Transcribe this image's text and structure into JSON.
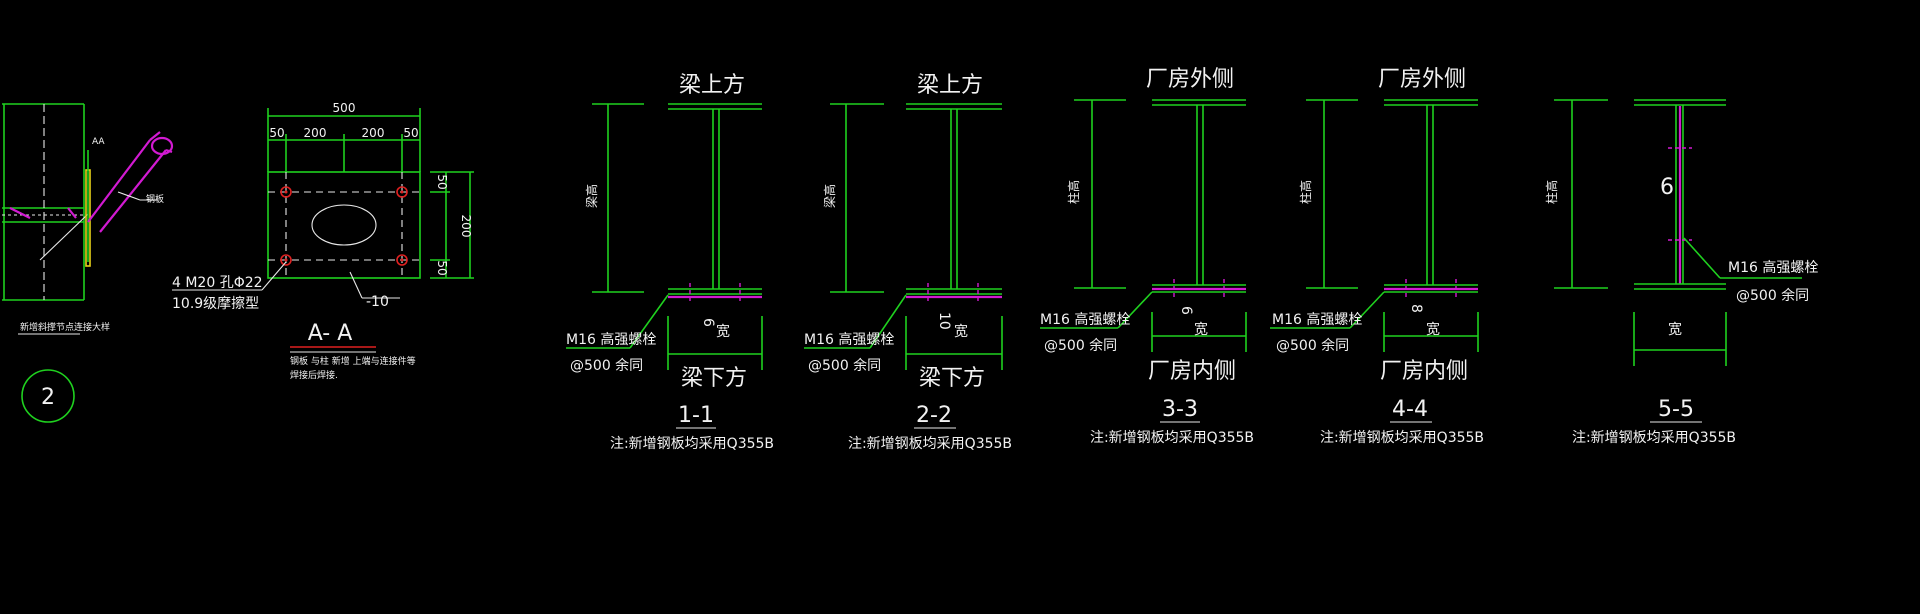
{
  "colors": {
    "background": "#000000",
    "steel": "#1fd11f",
    "reinforcement": "#d21ad2",
    "dimension": "#e8e8e8",
    "bolt": "#e02020"
  },
  "detail2": {
    "marker": "2",
    "caption": "新增斜撑节点连接大样"
  },
  "plate_detail": {
    "overall_dim": "500",
    "dims": [
      "50",
      "200",
      "200",
      "50"
    ],
    "side_dims": [
      "50",
      "200",
      "50"
    ],
    "bolt_label_1": "4 M20 孔Φ22",
    "bolt_label_2": "10.9级摩擦型",
    "plate_thk": "-10",
    "section_title": "A- A",
    "note_1": "钢板 与柱 新增 上端与连接件等",
    "note_2": "焊接后焊接."
  },
  "sections": [
    {
      "top": "梁上方",
      "bottom": "梁下方",
      "height": "梁高",
      "width": "宽",
      "thk": "6",
      "bolt": "M16 高强螺栓",
      "spacing": "@500 余同",
      "number": "1-1",
      "note": "注:新增钢板均采用Q355B"
    },
    {
      "top": "梁上方",
      "bottom": "梁下方",
      "height": "梁高",
      "width": "宽",
      "thk": "10",
      "bolt": "M16 高强螺栓",
      "spacing": "@500 余同",
      "number": "2-2",
      "note": "注:新增钢板均采用Q355B"
    },
    {
      "top": "厂房外侧",
      "bottom": "厂房内侧",
      "height": "柱高",
      "width": "宽",
      "thk": "6",
      "bolt": "M16 高强螺栓",
      "spacing": "@500 余同",
      "number": "3-3",
      "note": "注:新增钢板均采用Q355B"
    },
    {
      "top": "厂房外侧",
      "bottom": "厂房内侧",
      "height": "柱高",
      "width": "宽",
      "thk": "8",
      "bolt": "M16 高强螺栓",
      "spacing": "@500 余同",
      "number": "4-4",
      "note": "注:新增钢板均采用Q355B"
    },
    {
      "top": "",
      "bottom": "",
      "height": "柱高",
      "width": "宽",
      "thk": "6",
      "bolt": "M16 高强螺栓",
      "spacing": "@500 余同",
      "number": "5-5",
      "note": "注:新增钢板均采用Q355B"
    }
  ]
}
